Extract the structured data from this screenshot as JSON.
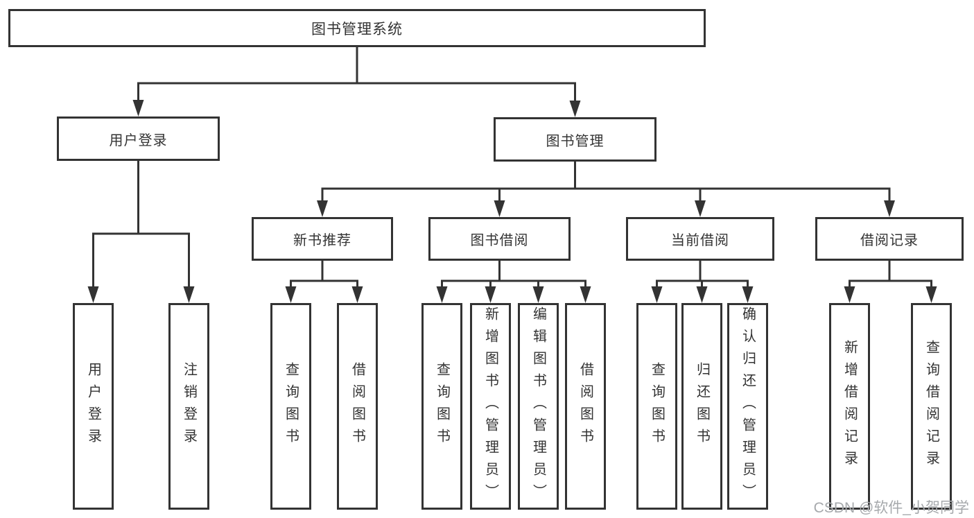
{
  "diagram_type": "hierarchy-functional-structure",
  "watermark": {
    "text": "CSDN @软件_小贺同学"
  },
  "colors": {
    "line": "#333333",
    "box_border": "#333333",
    "text": "#333333",
    "watermark": "#a6a9ac",
    "background": "#ffffff"
  },
  "tree": {
    "label": "图书管理系统",
    "children": [
      {
        "label": "用户登录",
        "children": [
          {
            "label": "用户登录"
          },
          {
            "label": "注销登录"
          }
        ]
      },
      {
        "label": "图书管理",
        "children": [
          {
            "label": "新书推荐",
            "children": [
              {
                "label": "查询图书"
              },
              {
                "label": "借阅图书"
              }
            ]
          },
          {
            "label": "图书借阅",
            "children": [
              {
                "label": "查询图书"
              },
              {
                "label": "新增图书（管理员）"
              },
              {
                "label": "编辑图书（管理员）"
              },
              {
                "label": "借阅图书"
              }
            ]
          },
          {
            "label": "当前借阅",
            "children": [
              {
                "label": "查询图书"
              },
              {
                "label": "归还图书"
              },
              {
                "label": "确认归还（管理员）"
              }
            ]
          },
          {
            "label": "借阅记录",
            "children": [
              {
                "label": "新增借阅记录"
              },
              {
                "label": "查询借阅记录"
              }
            ]
          }
        ]
      }
    ]
  }
}
